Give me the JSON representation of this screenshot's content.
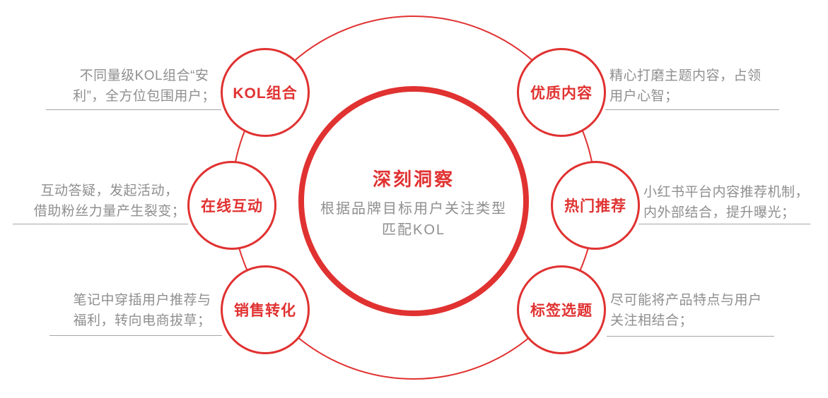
{
  "diagram": {
    "center": {
      "title": "深刻洞察",
      "subtitle": "根据品牌目标用户关注类型\n匹配KOL"
    },
    "nodes": [
      {
        "label": "KOL组合",
        "desc": "不同量级KOL组合“安\n利”，全方位包围用户；"
      },
      {
        "label": "在线互动",
        "desc": "互动答疑，发起活动，\n借助粉丝力量产生裂变；"
      },
      {
        "label": "销售转化",
        "desc": "笔记中穿插用户推荐与\n福利，转向电商拔草；"
      },
      {
        "label": "优质内容",
        "desc": "精心打磨主题内容，占领\n用户心智；"
      },
      {
        "label": "热门推荐",
        "desc": "小红书平台内容推荐机制，\n内外部结合，提升曝光；"
      },
      {
        "label": "标签选题",
        "desc": "尽可能将产品特点与用户\n关注相结合；"
      }
    ],
    "colors": {
      "accent_red": "#e03231",
      "text_gray": "#8f8f8f",
      "divider_gray": "#a5a5a5",
      "background": "#ffffff"
    }
  }
}
